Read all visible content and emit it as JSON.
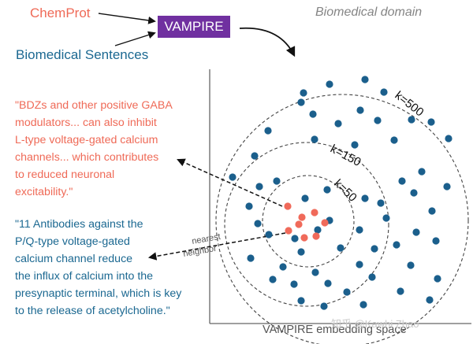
{
  "labels": {
    "chemprot": "ChemProt",
    "vampire": "VAMPIRE",
    "biomedical_sentences": "Biomedical Sentences",
    "biomedical_domain": "Biomedical domain",
    "axis_label": "VAMPIRE embedding space",
    "nearest_neighbor": [
      "nearest",
      "neighbor"
    ],
    "watermark": "知乎 @Kawhi Zhao"
  },
  "rings": [
    {
      "label": "k=50"
    },
    {
      "label": "k=150"
    },
    {
      "label": "k=500"
    }
  ],
  "red_sentence_lines": [
    "\"BDZs and other positive GABA",
    "modulators... can also inhibit",
    "L-type voltage-gated calcium",
    "channels... which contributes",
    "to reduced neuronal",
    "excitability.\""
  ],
  "blue_sentence_lines": [
    "\"11 Antibodies against the",
    "P/Q-type voltage-gated",
    "calcium channel reduce",
    "the influx of calcium into the",
    "presynaptic terminal, which is key",
    "to the release of acetylcholine.\""
  ],
  "colors": {
    "red": "#ef6a57",
    "blue": "#1b6891",
    "purple": "#7030a0",
    "gray": "#858585",
    "dot_blue": "#1b5f8c",
    "dot_red": "#f06a5a"
  }
}
